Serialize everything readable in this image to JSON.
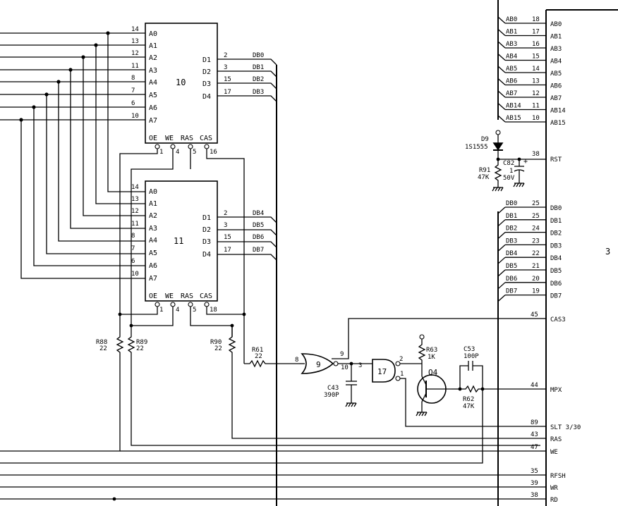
{
  "chips": {
    "u10": {
      "id": "10",
      "addr_pins": [
        {
          "num": "14",
          "name": "A0"
        },
        {
          "num": "13",
          "name": "A1"
        },
        {
          "num": "12",
          "name": "A2"
        },
        {
          "num": "11",
          "name": "A3"
        },
        {
          "num": "8",
          "name": "A4"
        },
        {
          "num": "7",
          "name": "A5"
        },
        {
          "num": "6",
          "name": "A6"
        },
        {
          "num": "10",
          "name": "A7"
        }
      ],
      "data_pins": [
        {
          "num": "2",
          "name": "D1",
          "net": "DB0"
        },
        {
          "num": "3",
          "name": "D2",
          "net": "DB1"
        },
        {
          "num": "15",
          "name": "D3",
          "net": "DB2"
        },
        {
          "num": "17",
          "name": "D4",
          "net": "DB3"
        }
      ],
      "ctrl_pins": [
        {
          "name": "OE",
          "num": "1"
        },
        {
          "name": "WE",
          "num": "4"
        },
        {
          "name": "RAS",
          "num": "5"
        },
        {
          "name": "CAS",
          "num": "16"
        }
      ]
    },
    "u11": {
      "id": "11",
      "addr_pins": [
        {
          "num": "14",
          "name": "A0"
        },
        {
          "num": "13",
          "name": "A1"
        },
        {
          "num": "12",
          "name": "A2"
        },
        {
          "num": "11",
          "name": "A3"
        },
        {
          "num": "8",
          "name": "A4"
        },
        {
          "num": "7",
          "name": "A5"
        },
        {
          "num": "6",
          "name": "A6"
        },
        {
          "num": "10",
          "name": "A7"
        }
      ],
      "data_pins": [
        {
          "num": "2",
          "name": "D1",
          "net": "DB4"
        },
        {
          "num": "3",
          "name": "D2",
          "net": "DB5"
        },
        {
          "num": "15",
          "name": "D3",
          "net": "DB6"
        },
        {
          "num": "17",
          "name": "D4",
          "net": "DB7"
        }
      ],
      "ctrl_pins": [
        {
          "name": "OE",
          "num": "1"
        },
        {
          "name": "WE",
          "num": "4"
        },
        {
          "name": "RAS",
          "num": "5"
        },
        {
          "name": "CAS",
          "num": "18"
        }
      ]
    }
  },
  "connector": {
    "id": "3",
    "addr_pins": [
      {
        "net": "AB0",
        "num": "18",
        "name": "AB0"
      },
      {
        "net": "AB1",
        "num": "17",
        "name": "AB1"
      },
      {
        "net": "AB3",
        "num": "16",
        "name": "AB3"
      },
      {
        "net": "AB4",
        "num": "15",
        "name": "AB4"
      },
      {
        "net": "AB5",
        "num": "14",
        "name": "AB5"
      },
      {
        "net": "AB6",
        "num": "13",
        "name": "AB6"
      },
      {
        "net": "AB7",
        "num": "12",
        "name": "AB7"
      },
      {
        "net": "AB14",
        "num": "11",
        "name": "AB14"
      },
      {
        "net": "AB15",
        "num": "10",
        "name": "AB15"
      }
    ],
    "rst": {
      "num": "38",
      "name": "RST"
    },
    "data_pins": [
      {
        "net": "DB0",
        "num": "25",
        "name": "DB0"
      },
      {
        "net": "DB1",
        "num": "25",
        "name": "DB1"
      },
      {
        "net": "DB2",
        "num": "24",
        "name": "DB2"
      },
      {
        "net": "DB3",
        "num": "23",
        "name": "DB3"
      },
      {
        "net": "DB4",
        "num": "22",
        "name": "DB4"
      },
      {
        "net": "DB5",
        "num": "21",
        "name": "DB5"
      },
      {
        "net": "DB6",
        "num": "20",
        "name": "DB6"
      },
      {
        "net": "DB7",
        "num": "19",
        "name": "DB7"
      }
    ],
    "cas3": {
      "num": "45",
      "name": "CAS3"
    },
    "mpx": {
      "num": "44",
      "name": "MPX"
    },
    "slt": {
      "num": "89",
      "name": "SLT 3/30"
    },
    "ras": {
      "num": "43",
      "name": "RAS"
    },
    "we": {
      "num": "47",
      "name": "WE"
    },
    "rfsh": {
      "num": "35",
      "name": "RFSH"
    },
    "wr": {
      "num": "39",
      "name": "WR"
    },
    "rd": {
      "num": "38",
      "name": "RD"
    }
  },
  "parts": {
    "d9": {
      "ref": "D9",
      "value": "1S1555"
    },
    "r91": {
      "ref": "R91",
      "value": "47K"
    },
    "c82": {
      "ref": "C82",
      "value1": "1",
      "value2": "50V",
      "plus": "+"
    },
    "r88": {
      "ref": "R88",
      "value": "22"
    },
    "r89": {
      "ref": "R89",
      "value": "22"
    },
    "r90": {
      "ref": "R90",
      "value": "22"
    },
    "r61": {
      "ref": "R61",
      "value": "22"
    },
    "c43": {
      "ref": "C43",
      "value": "390P"
    },
    "r63": {
      "ref": "R63",
      "value": "1K"
    },
    "c53": {
      "ref": "C53",
      "value": "100P"
    },
    "r62": {
      "ref": "R62",
      "value": "47K"
    },
    "q4": {
      "ref": "Q4"
    },
    "g9": {
      "ref": "9",
      "pin_in_a": "8",
      "pin_in_b": "9",
      "pin_out": "10"
    },
    "g17": {
      "ref": "17",
      "pin_in_a": "3",
      "pin_in_b": "1",
      "pin_out": "2"
    }
  }
}
